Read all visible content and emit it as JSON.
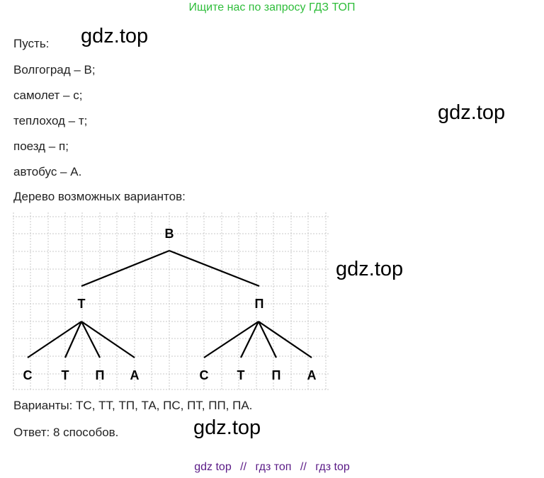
{
  "banner": "Ищите нас по запросу ГДЗ ТОП",
  "lines": {
    "let": "Пусть:",
    "volgograd": "Волгоград – В;",
    "plane": "самолет – с;",
    "ship": "теплоход – т;",
    "train": "поезд – п;",
    "bus": "автобус – А.",
    "tree_caption": "Дерево возможных вариантов:",
    "variants": "Варианты: ТС, ТТ, ТП, ТА, ПС, ПТ, ПП, ПА.",
    "answer": "Ответ: 8 способов."
  },
  "watermarks": [
    "gdz.top",
    "gdz.top",
    "gdz.top",
    "gdz.top"
  ],
  "tree": {
    "root": "В",
    "level1": [
      "Т",
      "П"
    ],
    "level2_left": [
      "С",
      "Т",
      "П",
      "А"
    ],
    "level2_right": [
      "С",
      "Т",
      "П",
      "А"
    ]
  },
  "footer": {
    "link1": "gdz top",
    "sep1": "//",
    "link2": "гдз топ",
    "sep2": "//",
    "link3": "гдз top"
  }
}
